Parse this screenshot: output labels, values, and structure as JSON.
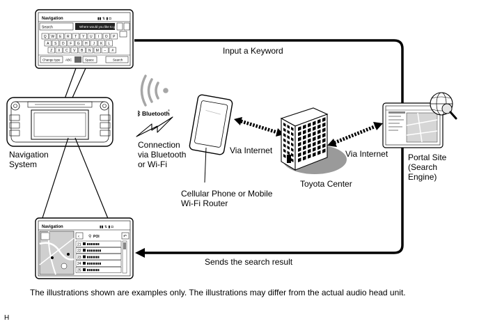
{
  "top_screen": {
    "title": "Navigation",
    "search_label": "Search",
    "prompt": "Where would you like to go?",
    "key_rows": [
      [
        "Q",
        "W",
        "E",
        "R",
        "T",
        "Y",
        "U",
        "I",
        "O",
        "P"
      ],
      [
        "A",
        "S",
        "D",
        "F",
        "G",
        "H",
        "J",
        "K",
        "L"
      ],
      [
        "Z",
        "X",
        "C",
        "V",
        "B",
        "N",
        "M",
        "–",
        "#"
      ]
    ],
    "change_type": "Change type",
    "abc": "ABC",
    "space": "Space",
    "search_button": "Search"
  },
  "bottom_screen": {
    "title": "Navigation",
    "poi_label": "POI",
    "result_numbers": [
      "21",
      "22",
      "23",
      "24",
      "25"
    ]
  },
  "labels": {
    "input_keyword": "Input a Keyword",
    "navigation_system": [
      "Navigation",
      "System"
    ],
    "connection": [
      "Connection",
      "via Bluetooth",
      "or Wi-Fi"
    ],
    "bluetooth": "Bluetooth",
    "via_internet_left": "Via Internet",
    "via_internet_right": "Via Internet",
    "phone": [
      "Cellular Phone or Mobile",
      "Wi-Fi Router"
    ],
    "toyota_center": "Toyota Center",
    "portal_site": [
      "Portal Site",
      "(Search",
      "Engine)"
    ],
    "sends_result": "Sends the search result",
    "footnote": "The illustrations shown are examples only. The illustrations may differ from the actual audio head unit.",
    "corner_letter": "H"
  },
  "colors": {
    "line": "#000000",
    "screen_gray": "#c8c8c8",
    "shadow_gray": "#9a9a9a"
  },
  "icons": [
    "wifi-signal-icon",
    "bluetooth-icon",
    "lightning-icon",
    "phone-icon",
    "building-icon",
    "globe-magnifier-icon",
    "arrow-right-icon",
    "arrow-left-icon"
  ]
}
